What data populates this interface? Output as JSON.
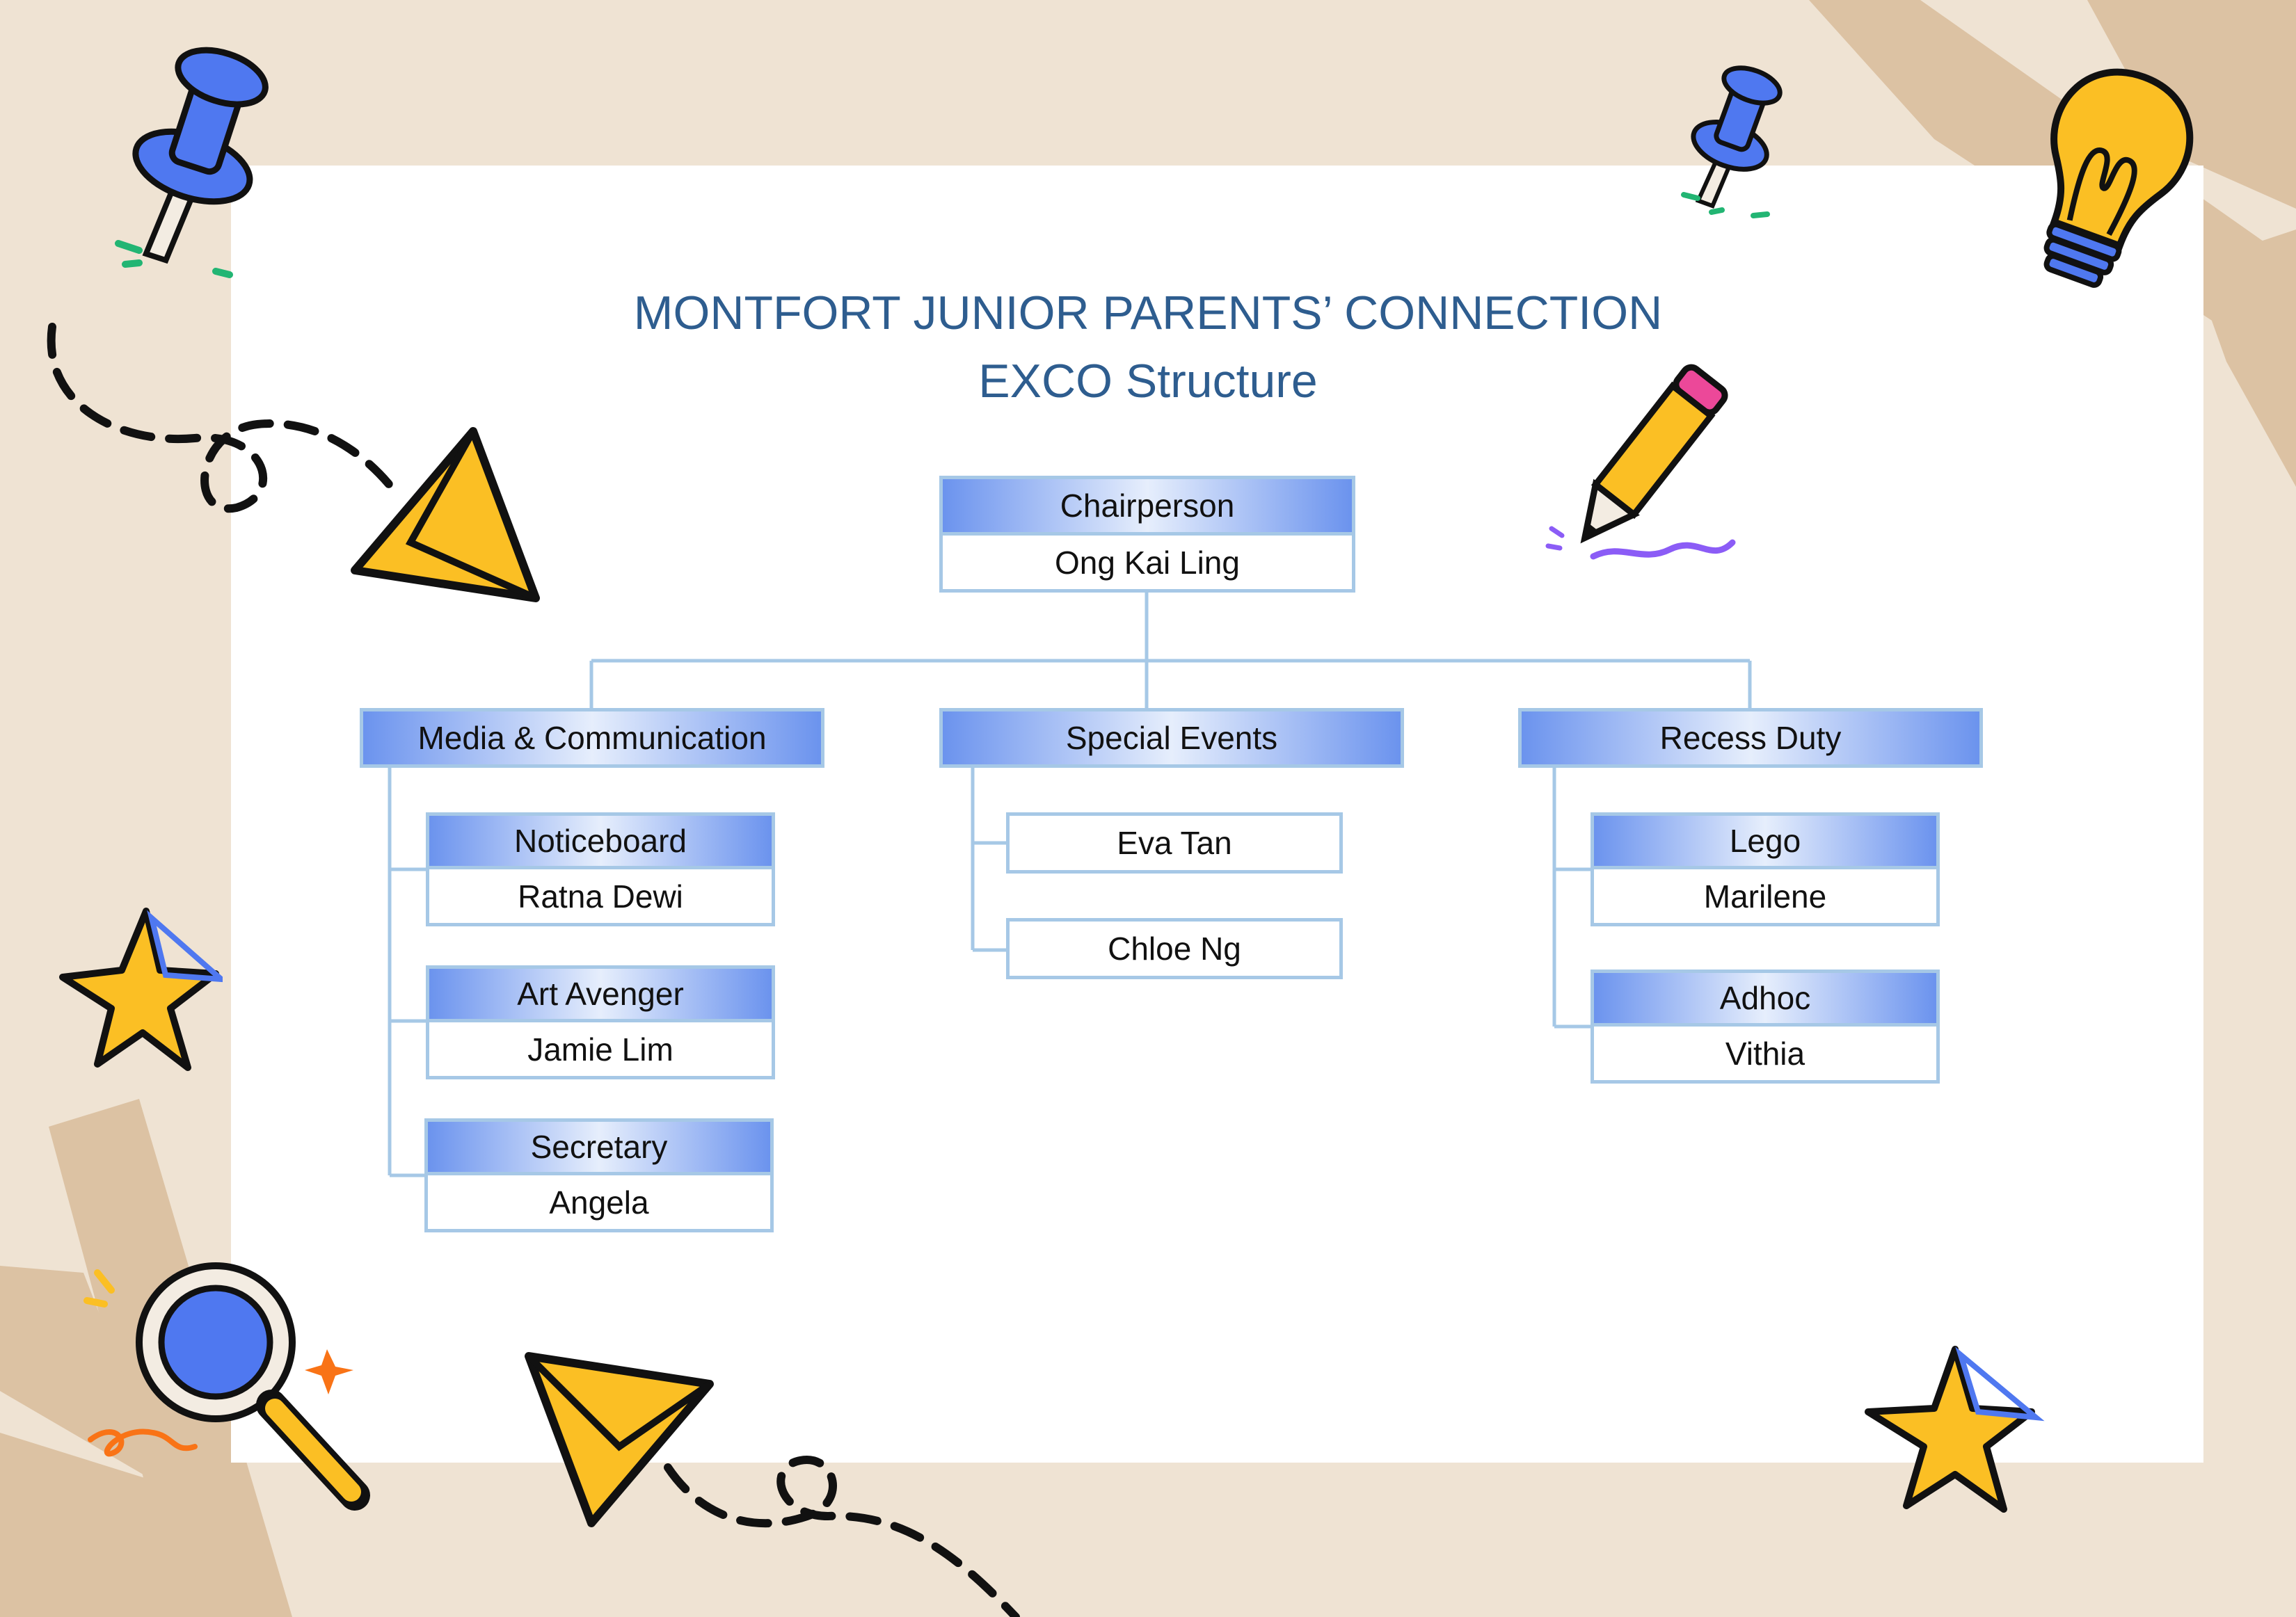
{
  "title": {
    "line1": "MONTFORT JUNIOR PARENTS’ CONNECTION",
    "line2": "EXCO Structure"
  },
  "chairperson": {
    "role": "Chairperson",
    "name": "Ong Kai Ling"
  },
  "groups": [
    {
      "name": "Media & Communication",
      "members": [
        {
          "role": "Noticeboard",
          "name": "Ratna Dewi"
        },
        {
          "role": "Art Avenger",
          "name": "Jamie Lim"
        },
        {
          "role": "Secretary",
          "name": "Angela"
        }
      ]
    },
    {
      "name": "Special Events",
      "members": [
        {
          "name": "Eva Tan"
        },
        {
          "name": "Chloe Ng"
        }
      ]
    },
    {
      "name": "Recess Duty",
      "members": [
        {
          "role": "Lego",
          "name": "Marilene"
        },
        {
          "role": "Adhoc",
          "name": "Vithia"
        }
      ]
    }
  ],
  "colors": {
    "background": "#efe3d3",
    "title": "#2e5d8f",
    "header_gradient": "#6b93ee",
    "border": "#a6c8e6",
    "accent_yellow": "#fbbf24",
    "accent_blue": "#4f78f0"
  },
  "decorations": [
    "pushpin-icon",
    "pushpin-icon",
    "lightbulb-icon",
    "paper-plane-icon",
    "pencil-icon",
    "star-icon",
    "star-icon",
    "magnifier-icon",
    "paper-plane-icon"
  ]
}
